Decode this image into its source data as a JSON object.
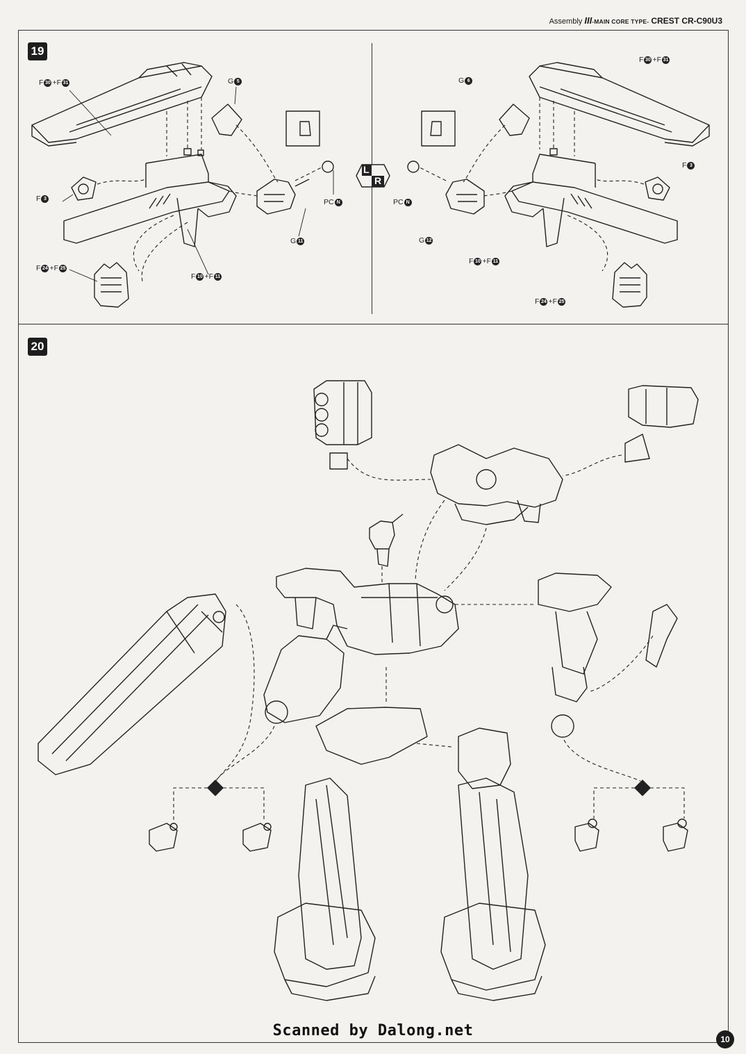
{
  "header": {
    "assembly": "Assembly",
    "roman": "III",
    "main_core": "-MAIN CORE TYPE-",
    "model": "CREST CR-C90U3"
  },
  "steps": {
    "step19": {
      "number": "19",
      "left_labels": {
        "barrel_top": {
          "a": "F",
          "an": "30",
          "b": "F",
          "bn": "31"
        },
        "g_top": {
          "a": "G",
          "an": "5"
        },
        "f_mid": {
          "a": "F",
          "an": "3"
        },
        "pc": {
          "a": "PC",
          "an": "N"
        },
        "g_hand": {
          "a": "G",
          "an": "11"
        },
        "f_bottom_left": {
          "a": "F",
          "an": "24",
          "b": "F",
          "bn": "25"
        },
        "f_bottom_mid": {
          "a": "F",
          "an": "10",
          "b": "F",
          "bn": "11"
        }
      },
      "right_labels": {
        "barrel_top": {
          "a": "F",
          "an": "30",
          "b": "F",
          "bn": "31"
        },
        "g_top": {
          "a": "G",
          "an": "6"
        },
        "f_mid": {
          "a": "F",
          "an": "3"
        },
        "pc": {
          "a": "PC",
          "an": "N"
        },
        "g_hand": {
          "a": "G",
          "an": "12"
        },
        "f_bottom_mid": {
          "a": "F",
          "an": "10",
          "b": "F",
          "bn": "11"
        },
        "f_bottom_right": {
          "a": "F",
          "an": "24",
          "b": "F",
          "bn": "25"
        }
      },
      "lr_marker": {
        "l": "L",
        "r": "R"
      }
    },
    "step20": {
      "number": "20"
    }
  },
  "footer": {
    "credit": "Scanned by Dalong.net",
    "page_number": "10"
  },
  "colors": {
    "ink": "#1a1a1a",
    "paper": "#f3f2ef"
  }
}
